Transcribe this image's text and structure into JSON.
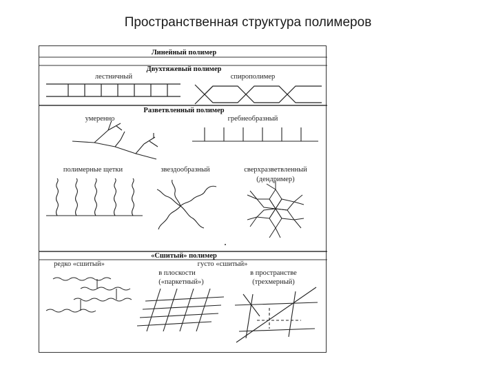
{
  "title": "Пространственная структура полимеров",
  "diagram": {
    "sections": {
      "linear": "Линейный полимер",
      "double_strand": "Двухтяжевый полимер",
      "branched": "Разветвленный полимер",
      "crosslinked": "«Сшитый» полимер"
    },
    "labels": {
      "ladder": "лестничный",
      "spiro": "спирополимер",
      "moderate": "умеренно",
      "comb": "гребнеобразный",
      "brushes": "полимерные щетки",
      "star": "звездообразный",
      "hyperbranched": "сверхразветвленный",
      "dendrimer": "(дендример)",
      "sparse": "редко «сшитый»",
      "dense": "густо «сшитый»",
      "plane": "в плоскости",
      "parquet": "(«паркетный»)",
      "space": "в пространстве",
      "threed": "(трехмерный)"
    }
  }
}
